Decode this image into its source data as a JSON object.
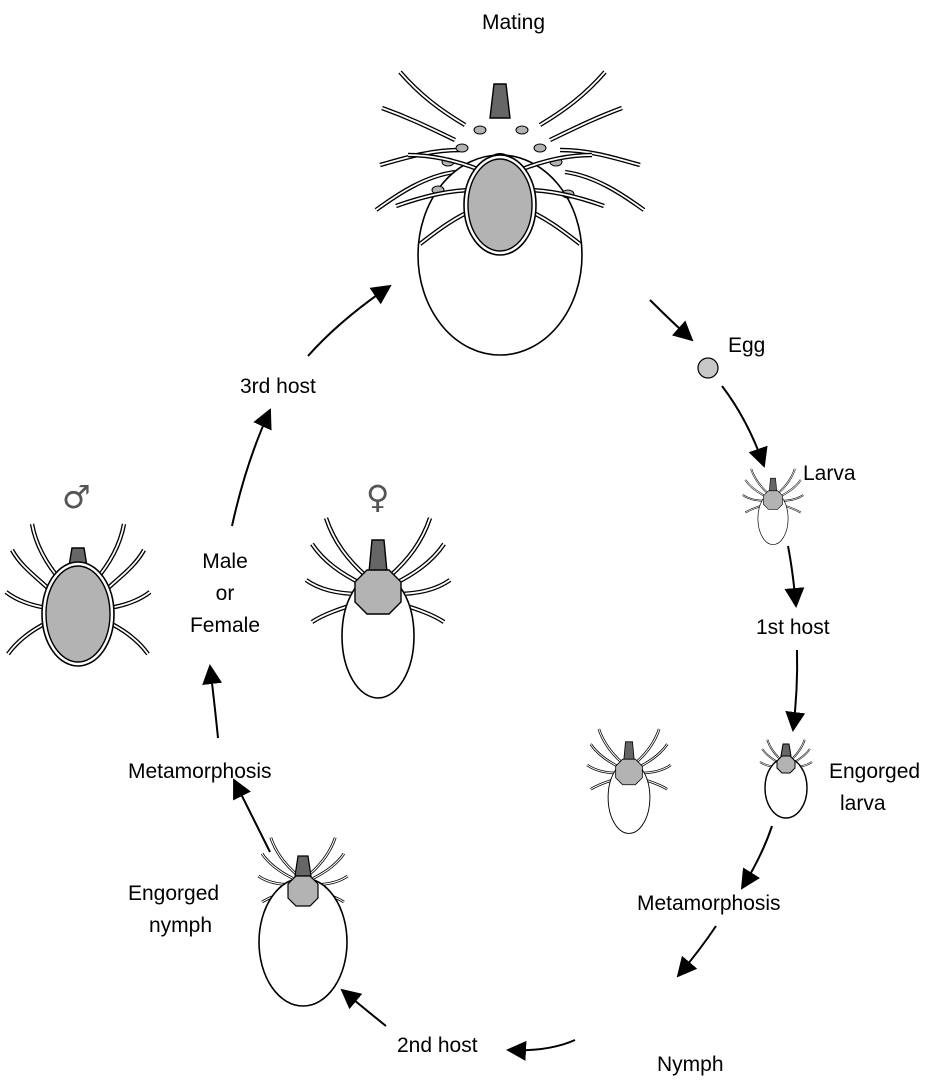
{
  "diagram": {
    "labels": {
      "mating": "Mating",
      "egg": "Egg",
      "larva": "Larva",
      "first_host": "1st host",
      "engorged_larva_line1": "Engorged",
      "engorged_larva_line2": "larva",
      "metamorphosis_1": "Metamorphosis",
      "nymph": "Nymph",
      "second_host": "2nd host",
      "engorged_nymph_line1": "Engorged",
      "engorged_nymph_line2": "nymph",
      "metamorphosis_2": "Metamorphosis",
      "male_or_female_line1": "Male",
      "male_or_female_line2": "or",
      "male_or_female_line3": "Female",
      "third_host": "3rd host",
      "male_symbol": "♂",
      "female_symbol": "♀"
    },
    "colors": {
      "body_fill": "#b3b3b3",
      "mouthpart_fill": "#666666",
      "line": "#000000",
      "abdomen_fill": "#ffffff",
      "egg_fill": "#c8c8c8"
    }
  }
}
